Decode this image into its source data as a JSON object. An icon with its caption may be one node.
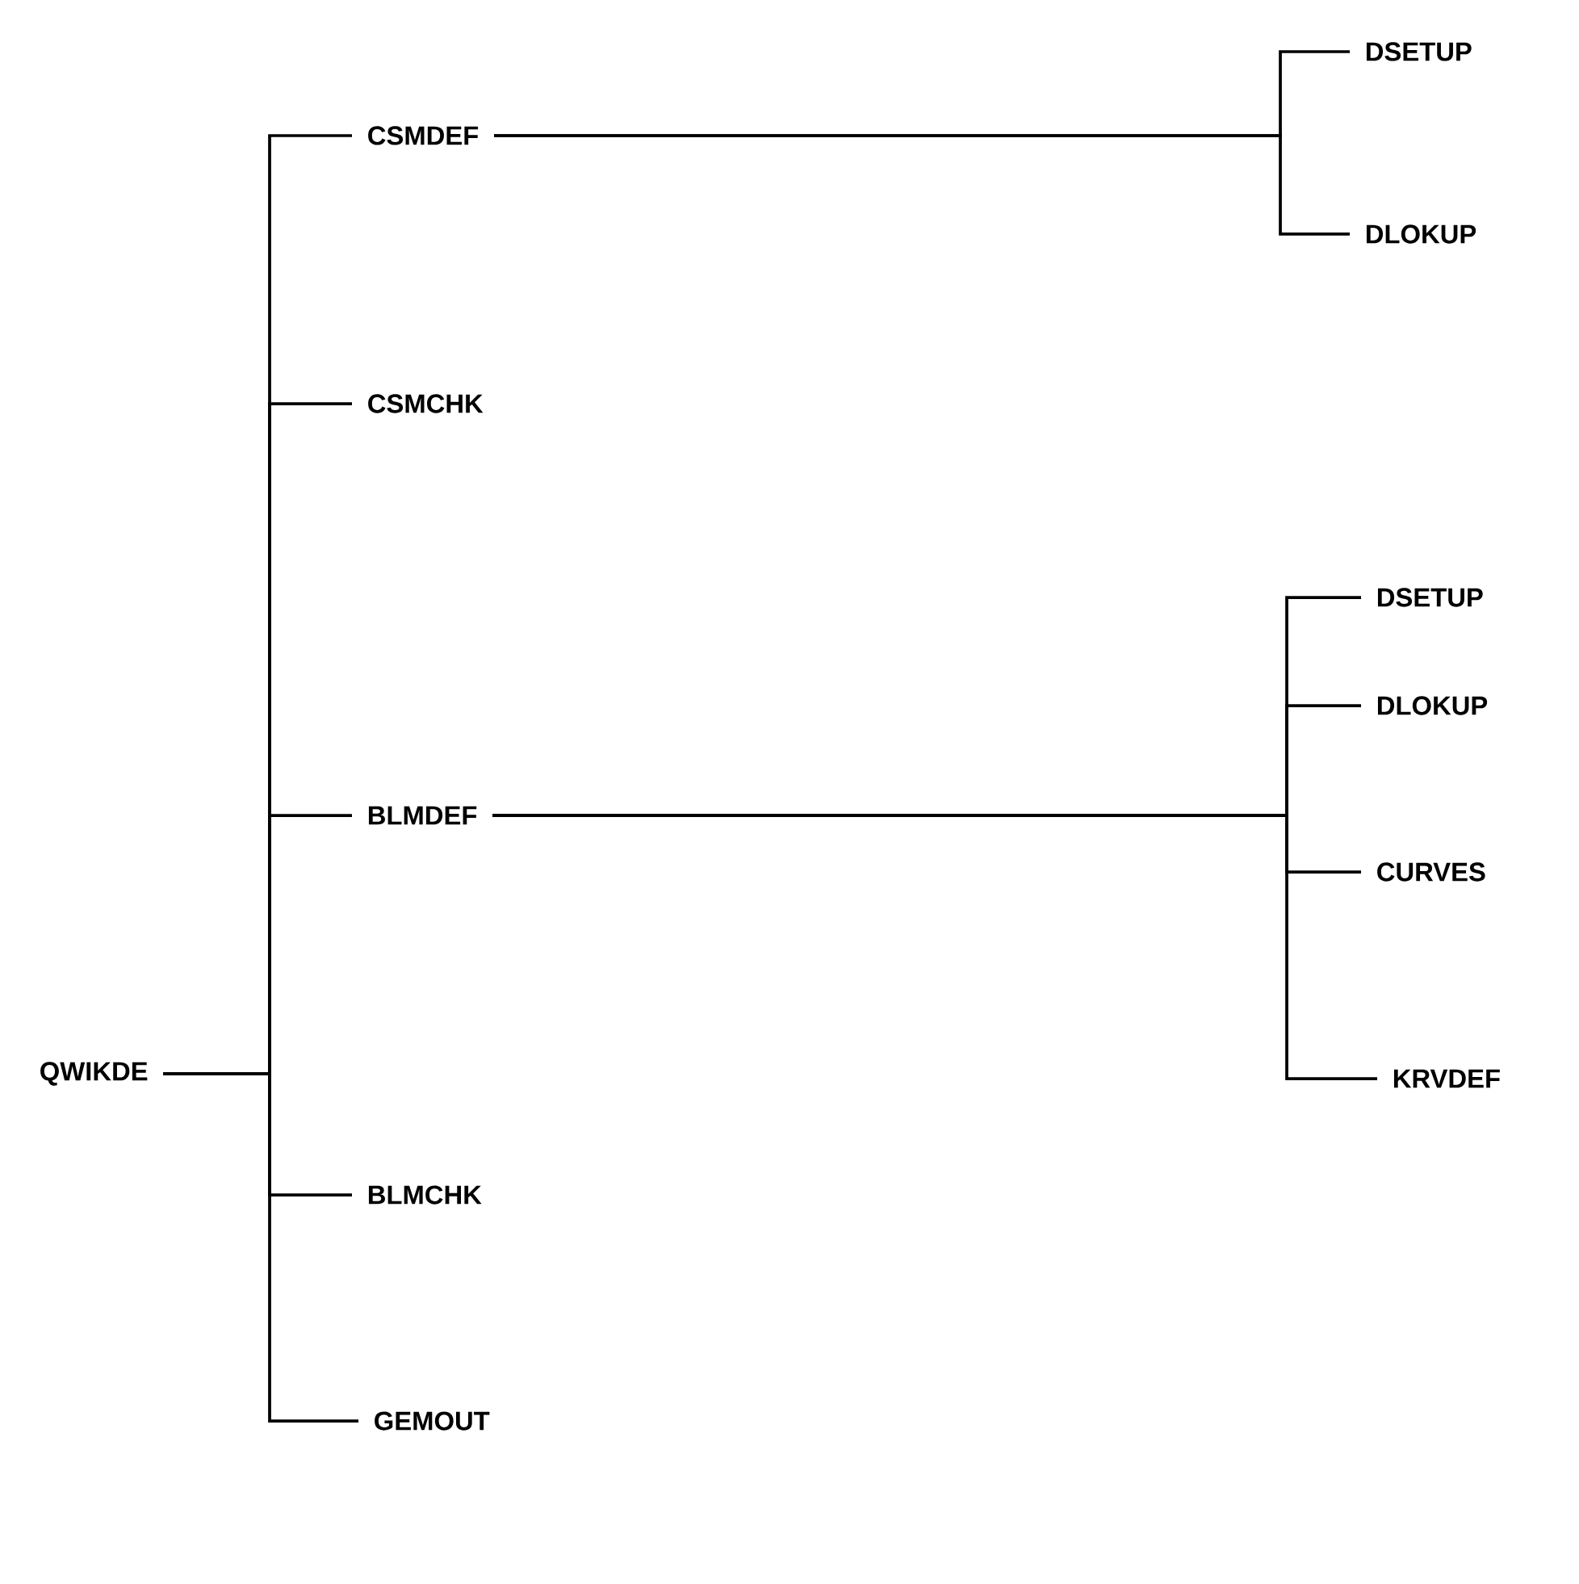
{
  "diagram": {
    "nodes": [
      {
        "text": [
          "QWIKDE"
        ]
      },
      {
        "text": [
          "CSMDEF"
        ]
      },
      {
        "text": [
          "CSMCHK"
        ]
      },
      {
        "text": [
          "BLMDEF"
        ]
      },
      {
        "text": [
          "BLMCHK"
        ]
      },
      {
        "text": [
          "GEMOUT"
        ]
      },
      {
        "text": [
          "DSETUP"
        ]
      },
      {
        "text": [
          "DLOKUP"
        ]
      },
      {
        "text": [
          "DSETUP"
        ]
      },
      {
        "text": [
          "DLOKUP"
        ]
      },
      {
        "text": [
          "CURVES"
        ]
      },
      {
        "text": [
          "KRVDEF"
        ]
      }
    ],
    "edges": [
      {
        "from": 0,
        "to": 1,
        "arrow": "none"
      },
      {
        "from": 0,
        "to": 2,
        "arrow": "none"
      },
      {
        "from": 0,
        "to": 3,
        "arrow": "none"
      },
      {
        "from": 0,
        "to": 4,
        "arrow": "none"
      },
      {
        "from": 0,
        "to": 5,
        "arrow": "none"
      },
      {
        "from": 1,
        "to": 6,
        "arrow": "none"
      },
      {
        "from": 1,
        "to": 7,
        "arrow": "none"
      },
      {
        "from": 3,
        "to": 8,
        "arrow": "none"
      },
      {
        "from": 3,
        "to": 9,
        "arrow": "none"
      },
      {
        "from": 3,
        "to": 10,
        "arrow": "none"
      },
      {
        "from": 3,
        "to": 11,
        "arrow": "none"
      }
    ]
  }
}
